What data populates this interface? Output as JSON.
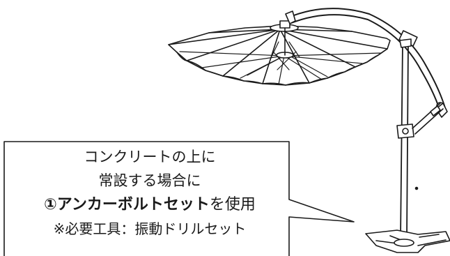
{
  "callout": {
    "line1": "コンクリートの上に",
    "line2": "常設する場合に",
    "line3_number": "①",
    "line3_product": "アンカーボルトセット",
    "line3_suffix": "を使用",
    "line4": "※必要工具：振動ドリルセット"
  },
  "colors": {
    "ink": "#1a1a1a",
    "background": "#ffffff"
  }
}
